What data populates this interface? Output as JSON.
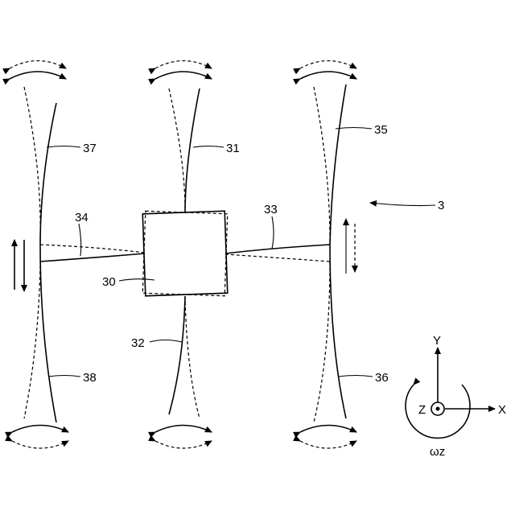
{
  "labels": {
    "device": "3",
    "mass": "30",
    "beam_upper_center": "31",
    "beam_lower_center": "32",
    "beam_right": "33",
    "beam_left": "34",
    "spring_upper_right": "35",
    "spring_lower_right": "36",
    "spring_upper_left": "37",
    "spring_lower_left": "38"
  },
  "axes": {
    "x": "X",
    "y": "Y",
    "z": "Z",
    "rotation": "ωz"
  }
}
